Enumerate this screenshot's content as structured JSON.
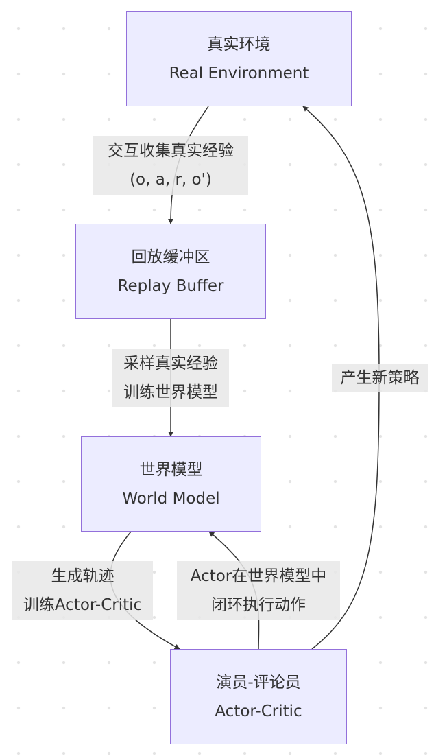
{
  "nodes": {
    "real_env": {
      "label_zh": "真实环境",
      "label_en": "Real Environment"
    },
    "replay_buffer": {
      "label_zh": "回放缓冲区",
      "label_en": "Replay Buffer"
    },
    "world_model": {
      "label_zh": "世界模型",
      "label_en": "World Model"
    },
    "actor_critic": {
      "label_zh": "演员-评论员",
      "label_en": "Actor-Critic"
    }
  },
  "edges": {
    "env_to_buffer": {
      "line1": "交互收集真实经验",
      "line2": "(o, a, r, o')"
    },
    "buffer_to_model": {
      "line1": "采样真实经验",
      "line2": "训练世界模型"
    },
    "model_to_actor": {
      "line1": "生成轨迹",
      "line2": "训练Actor-Critic"
    },
    "actor_to_model": {
      "line1": "Actor在世界模型中",
      "line2": "闭环执行动作"
    },
    "actor_to_env": {
      "line1": "产生新策略"
    }
  },
  "colors": {
    "node_fill": "#ececff",
    "node_border": "#9370db",
    "edge_stroke": "#333333",
    "label_background": "#e8e8e8",
    "text": "#333333"
  }
}
